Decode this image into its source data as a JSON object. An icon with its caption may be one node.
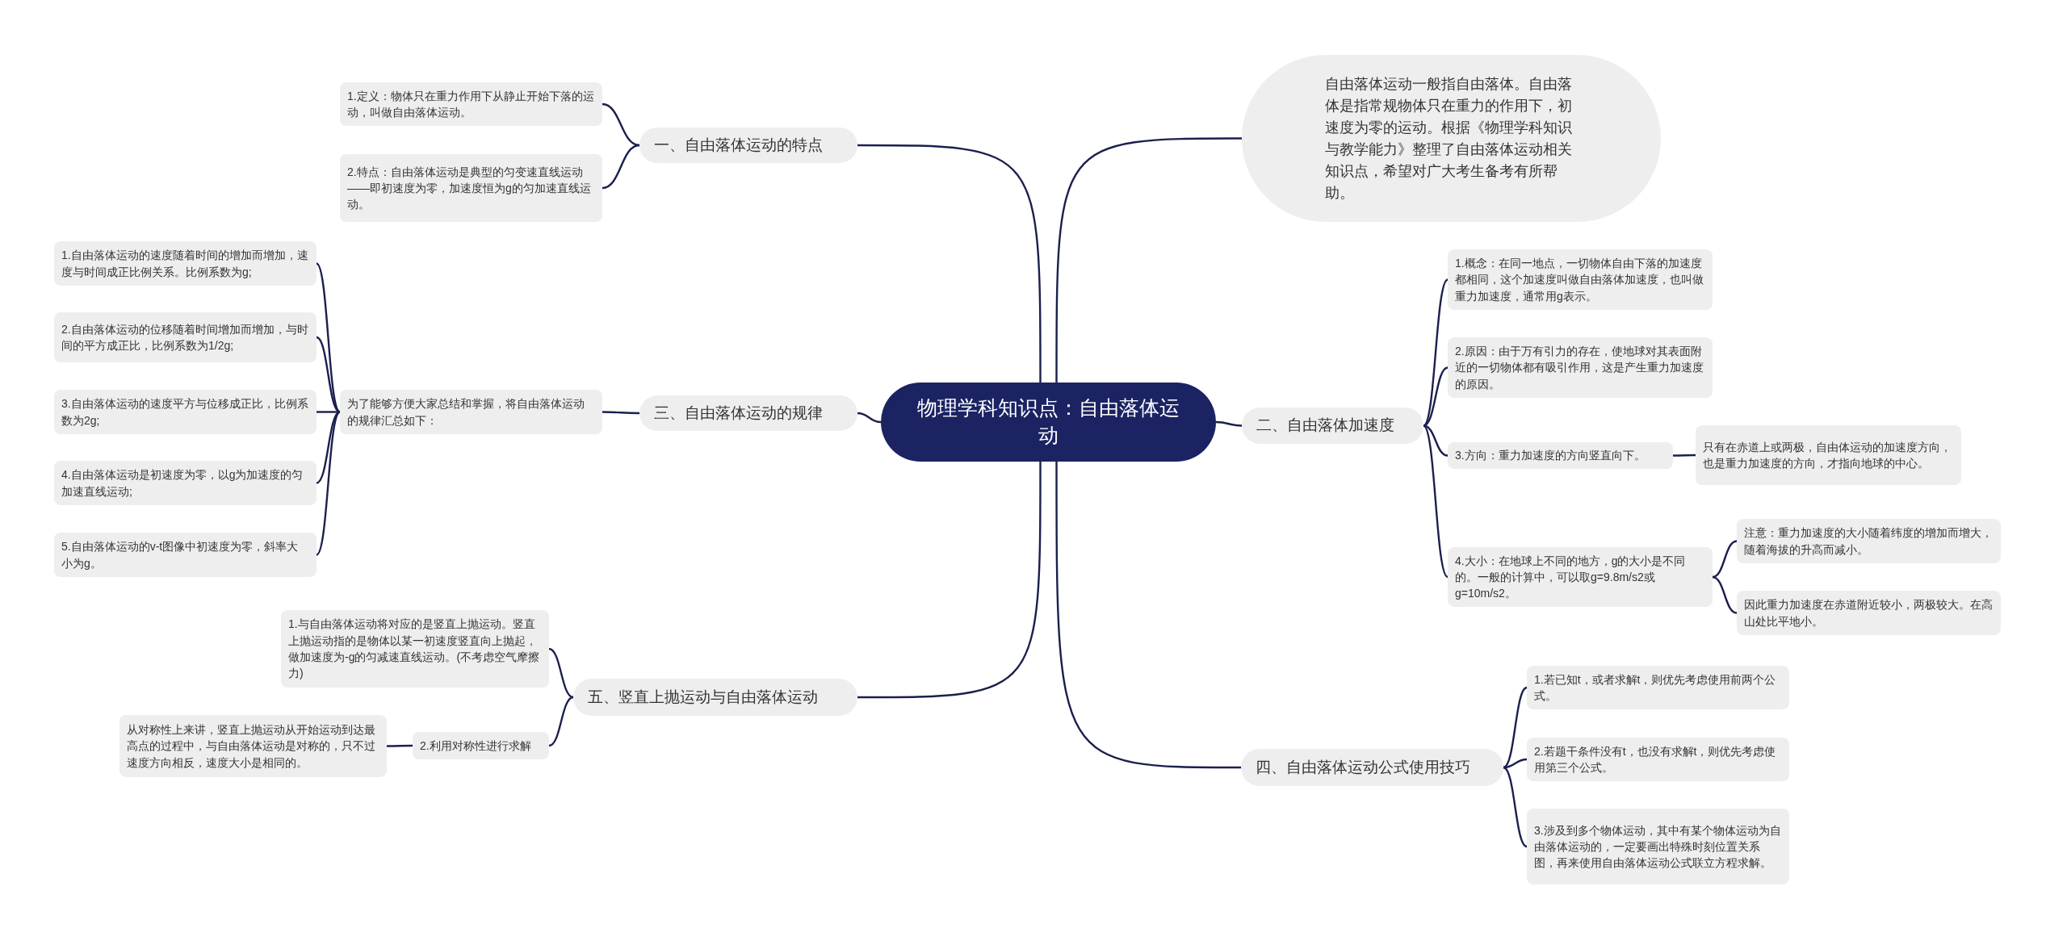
{
  "diagram": {
    "nodes": [
      {
        "text": [
          "物理学科知识点：自由落体运动"
        ]
      },
      {
        "text": [
          "自由落体运动一般指自由落体。自由落体是指常规物体只在重力的作用下，初速度为零的运动。根据《物理学科知识与教学能力》整理了自由落体运动相关知识点，希望对广大考生备考有所帮助。"
        ]
      },
      {
        "text": [
          "一、自由落体运动的特点"
        ]
      },
      {
        "text": [
          "1.定义：物体只在重力作用下从静止开始下落的运动，叫做自由落体运动。"
        ]
      },
      {
        "text": [
          "2.特点：自由落体运动是典型的匀变速直线运动——即初速度为零，加速度恒为g的匀加速直线运动。"
        ]
      },
      {
        "text": [
          "三、自由落体运动的规律"
        ]
      },
      {
        "text": [
          "为了能够方便大家总结和掌握，将自由落体运动的规律汇总如下："
        ]
      },
      {
        "text": [
          "1.自由落体运动的速度随着时间的增加而增加，速度与时间成正比例关系。比例系数为g;"
        ]
      },
      {
        "text": [
          "2.自由落体运动的位移随着时间增加而增加，与时间的平方成正比，比例系数为1/2g;"
        ]
      },
      {
        "text": [
          "3.自由落体运动的速度平方与位移成正比，比例系数为2g;"
        ]
      },
      {
        "text": [
          "4.自由落体运动是初速度为零，以g为加速度的匀加速直线运动;"
        ]
      },
      {
        "text": [
          "5.自由落体运动的v-t图像中初速度为零，斜率大小为g。"
        ]
      },
      {
        "text": [
          "五、竖直上抛运动与自由落体运动"
        ]
      },
      {
        "text": [
          "1.与自由落体运动将对应的是竖直上抛运动。竖直上抛运动指的是物体以某一初速度竖直向上抛起，做加速度为-g的匀减速直线运动。(不考虑空气摩擦力)"
        ]
      },
      {
        "text": [
          "2.利用对称性进行求解"
        ]
      },
      {
        "text": [
          "从对称性上来讲，竖直上抛运动从开始运动到达最高点的过程中，与自由落体运动是对称的，只不过速度方向相反，速度大小是相同的。"
        ]
      },
      {
        "text": [
          "二、自由落体加速度"
        ]
      },
      {
        "text": [
          "1.概念：在同一地点，一切物体自由下落的加速度都相同，这个加速度叫做自由落体加速度，也叫做重力加速度，通常用g表示。"
        ]
      },
      {
        "text": [
          "2.原因：由于万有引力的存在，使地球对其表面附近的一切物体都有吸引作用，这是产生重力加速度的原因。"
        ]
      },
      {
        "text": [
          "3.方向：重力加速度的方向竖直向下。"
        ]
      },
      {
        "text": [
          "只有在赤道上或两极，自由体运动的加速度方向，也是重力加速度的方向，才指向地球的中心。"
        ]
      },
      {
        "text": [
          "4.大小：在地球上不同的地方，g的大小是不同的。一般的计算中，可以取g=9.8m/s2或g=10m/s2。"
        ]
      },
      {
        "text": [
          "注意：重力加速度的大小随着纬度的增加而增大，随着海拔的升高而减小。"
        ]
      },
      {
        "text": [
          "因此重力加速度在赤道附近较小，两极较大。在高山处比平地小。"
        ]
      },
      {
        "text": [
          "四、自由落体运动公式使用技巧"
        ]
      },
      {
        "text": [
          "1.若已知t，或者求解t，则优先考虑使用前两个公式。"
        ]
      },
      {
        "text": [
          "2.若题干条件没有t，也没有求解t，则优先考虑使用第三个公式。"
        ]
      },
      {
        "text": [
          "3.涉及到多个物体运动，其中有某个物体运动为自由落体运动的，一定要画出特殊时刻位置关系图，再来使用自由落体运动公式联立方程求解。"
        ]
      }
    ],
    "edges": [
      {
        "from": 0,
        "to": 1,
        "arrow": "none"
      },
      {
        "from": 0,
        "to": 2,
        "arrow": "none"
      },
      {
        "from": 2,
        "to": 3,
        "arrow": "none"
      },
      {
        "from": 2,
        "to": 4,
        "arrow": "none"
      },
      {
        "from": 0,
        "to": 5,
        "arrow": "none"
      },
      {
        "from": 5,
        "to": 6,
        "arrow": "none"
      },
      {
        "from": 6,
        "to": 7,
        "arrow": "none"
      },
      {
        "from": 6,
        "to": 8,
        "arrow": "none"
      },
      {
        "from": 6,
        "to": 9,
        "arrow": "none"
      },
      {
        "from": 6,
        "to": 10,
        "arrow": "none"
      },
      {
        "from": 6,
        "to": 11,
        "arrow": "none"
      },
      {
        "from": 0,
        "to": 12,
        "arrow": "none"
      },
      {
        "from": 12,
        "to": 13,
        "arrow": "none"
      },
      {
        "from": 12,
        "to": 14,
        "arrow": "none"
      },
      {
        "from": 14,
        "to": 15,
        "arrow": "none"
      },
      {
        "from": 0,
        "to": 16,
        "arrow": "none"
      },
      {
        "from": 16,
        "to": 17,
        "arrow": "none"
      },
      {
        "from": 16,
        "to": 18,
        "arrow": "none"
      },
      {
        "from": 16,
        "to": 19,
        "arrow": "none"
      },
      {
        "from": 19,
        "to": 20,
        "arrow": "none"
      },
      {
        "from": 16,
        "to": 21,
        "arrow": "none"
      },
      {
        "from": 21,
        "to": 22,
        "arrow": "none"
      },
      {
        "from": 21,
        "to": 23,
        "arrow": "none"
      },
      {
        "from": 0,
        "to": 24,
        "arrow": "none"
      },
      {
        "from": 24,
        "to": 25,
        "arrow": "none"
      },
      {
        "from": 24,
        "to": 26,
        "arrow": "none"
      },
      {
        "from": 24,
        "to": 27,
        "arrow": "none"
      }
    ]
  }
}
